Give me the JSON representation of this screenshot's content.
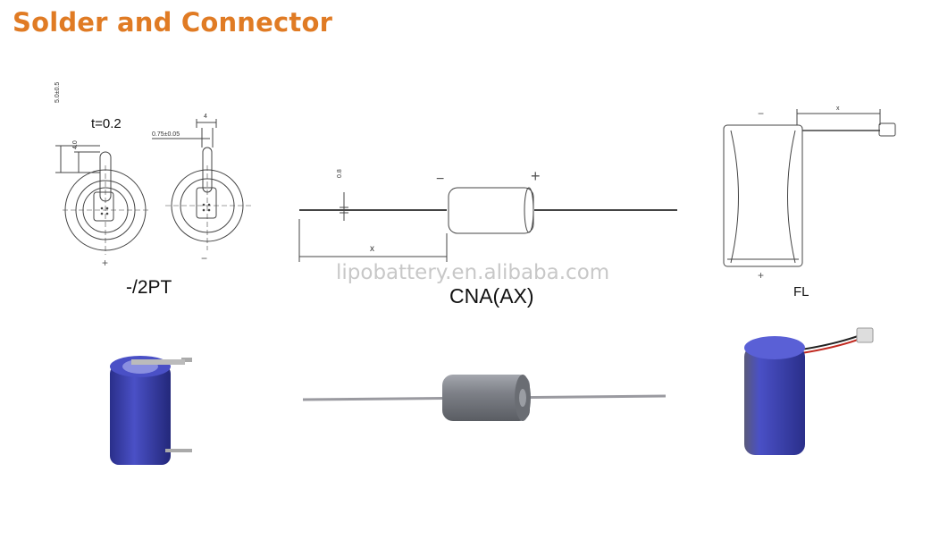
{
  "header": {
    "title": "Solder and Connector",
    "title_color": "#e07b24"
  },
  "watermark": "lipobattery.en.alibaba.com",
  "variants": [
    {
      "label": "-/2PT",
      "dimensions": {
        "thickness": "t=0.2",
        "height": "5.0±0.5",
        "tab_length": "4.0",
        "pin_width": "0.75±0.05",
        "tab_width": "4"
      }
    },
    {
      "label": "CNA(AX)",
      "dimensions": {
        "lead_diameter": "0.8",
        "lead_length": "x"
      }
    },
    {
      "label": "FL",
      "dimensions": {
        "wire_length": "x"
      }
    }
  ],
  "symbols": {
    "minus": "−",
    "plus": "+"
  },
  "colors": {
    "battery_blue": "#3a3fa8",
    "axial_gray": "#8a8d94",
    "wire_red": "#c0281f"
  }
}
